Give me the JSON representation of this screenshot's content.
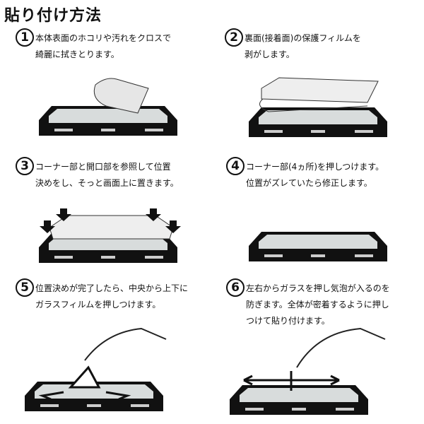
{
  "title": "貼り付け方法",
  "steps": [
    {
      "num": "1",
      "lines": [
        "本体表面のホコリや汚れをクロスで",
        "綺麗に拭きとります。"
      ]
    },
    {
      "num": "2",
      "lines": [
        "裏面(接着面)の保護フィルムを",
        "剥がします。"
      ]
    },
    {
      "num": "3",
      "lines": [
        "コーナー部と開口部を参照して位置",
        "決めをし、そっと画面上に置きます。"
      ]
    },
    {
      "num": "4",
      "lines": [
        "コーナー部(4ヵ所)を押しつけます。",
        "位置がズレていたら修正します。"
      ]
    },
    {
      "num": "5",
      "lines": [
        "位置決めが完了したら、中央から上下に",
        "ガラスフィルムを押しつけます。"
      ]
    },
    {
      "num": "6",
      "lines": [
        "左右からガラスを押し気泡が入るのを",
        "防ぎます。全体が密着するように押し",
        "つけて貼り付けます。"
      ]
    }
  ]
}
